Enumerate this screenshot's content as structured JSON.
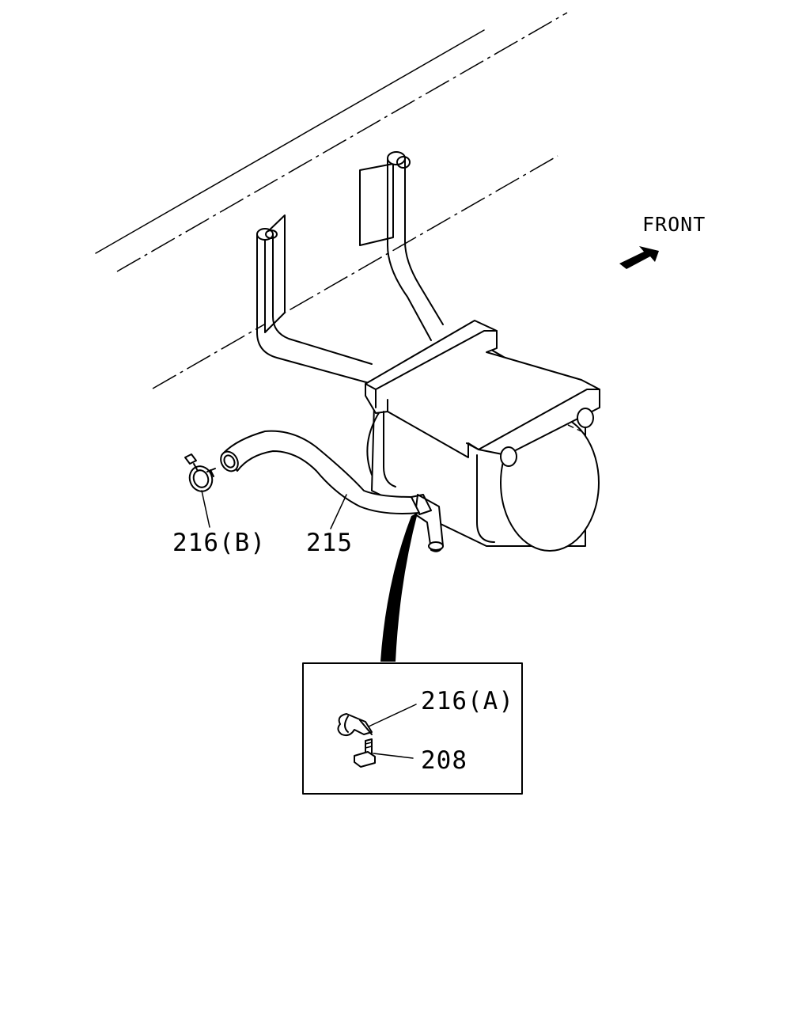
{
  "labels": {
    "front": "FRONT",
    "clip_b": "216(B)",
    "hose": "215",
    "clip_a": "216(A)",
    "bolt": "208"
  },
  "icons": {
    "front_arrow": "arrow-icon"
  }
}
